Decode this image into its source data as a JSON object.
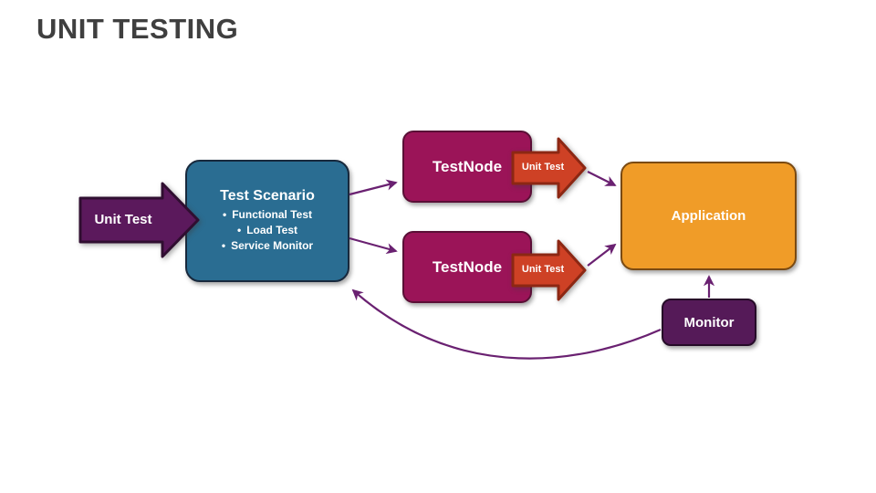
{
  "slide": {
    "title": "UNIT TESTING"
  },
  "diagram": {
    "bullet_char": "•",
    "unit_test_arrow": {
      "label": "Unit Test"
    },
    "test_scenario": {
      "title": "Test Scenario",
      "bullets": [
        "Functional Test",
        "Load Test",
        "Service Monitor"
      ]
    },
    "test_nodes": [
      {
        "label": "TestNode"
      },
      {
        "label": "TestNode"
      }
    ],
    "unit_test_flow_arrows": [
      {
        "label": "Unit Test"
      },
      {
        "label": "Unit Test"
      }
    ],
    "application": {
      "label": "Application"
    },
    "monitor": {
      "label": "Monitor"
    },
    "colors": {
      "title_text": "#3F3F3F",
      "purple_shape": "#5B195C",
      "purple_shape_border": "#300E31",
      "teal_shape": "#2A6D92",
      "teal_shape_border": "#18293D",
      "magenta_shape": "#9B1458",
      "magenta_shape_border": "#5A0F36",
      "red_arrow": "#CE4125",
      "red_arrow_border": "#8C2713",
      "orange_shape": "#F09C28",
      "orange_shape_border": "#7A4A12",
      "monitor_shape": "#551A58",
      "monitor_shape_border": "#260B28",
      "connector": "#6A2171",
      "shape_text": "#FFFFFF"
    }
  }
}
